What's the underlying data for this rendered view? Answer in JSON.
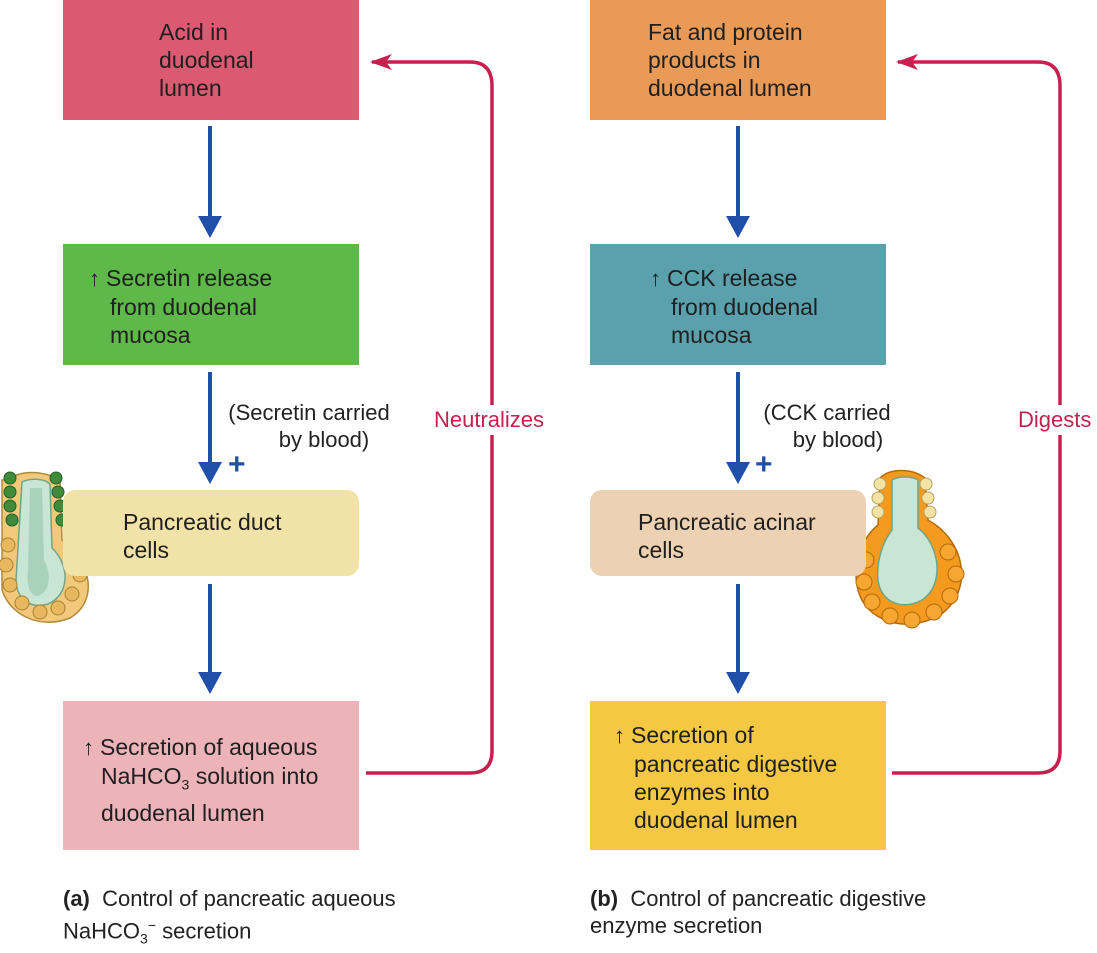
{
  "panel_a": {
    "box1": [
      "Acid in",
      "duodenal",
      "lumen"
    ],
    "box2": [
      "Secretin release",
      "from duodenal",
      "mucosa"
    ],
    "note": [
      "(Secretin carried",
      "by blood)"
    ],
    "plus": "+",
    "box3": [
      "Pancreatic duct",
      "cells"
    ],
    "box4": {
      "line1": "Secretion of aqueous",
      "line2_pre": "NaHCO",
      "line2_sub": "3",
      "line2_post": " solution into",
      "line3": "duodenal lumen"
    },
    "feedback": "Neutralizes",
    "caption": {
      "tag": "(a)",
      "line1": "Control of pancreatic aqueous",
      "line2_pre": "NaHCO",
      "line2_sub": "3",
      "line2_sup": "−",
      "line2_post": " secretion"
    }
  },
  "panel_b": {
    "box1": [
      "Fat and protein",
      "products in",
      "duodenal lumen"
    ],
    "box2": [
      "CCK release",
      "from duodenal",
      "mucosa"
    ],
    "note": [
      "(CCK carried",
      "by blood)"
    ],
    "plus": "+",
    "box3": [
      "Pancreatic acinar",
      "cells"
    ],
    "box4": [
      "Secretion of",
      "pancreatic digestive",
      "enzymes into",
      "duodenal lumen"
    ],
    "feedback": "Digests",
    "caption": {
      "tag": "(b)",
      "line1": "Control of pancreatic digestive",
      "line2": "enzyme secretion"
    }
  },
  "up_arrow": "↑",
  "colors": {
    "a_box1": "#db5a72",
    "a_box2": "#5fb84a",
    "a_box3": "#f1e3a8",
    "a_box4": "#ecb3b8",
    "b_box1": "#e99a57",
    "b_box2": "#5aa0ad",
    "b_box3": "#ecd2b3",
    "b_box4": "#f4c842",
    "flow_arrow": "#1f4fa8",
    "feedback_arrow": "#c6204f"
  }
}
